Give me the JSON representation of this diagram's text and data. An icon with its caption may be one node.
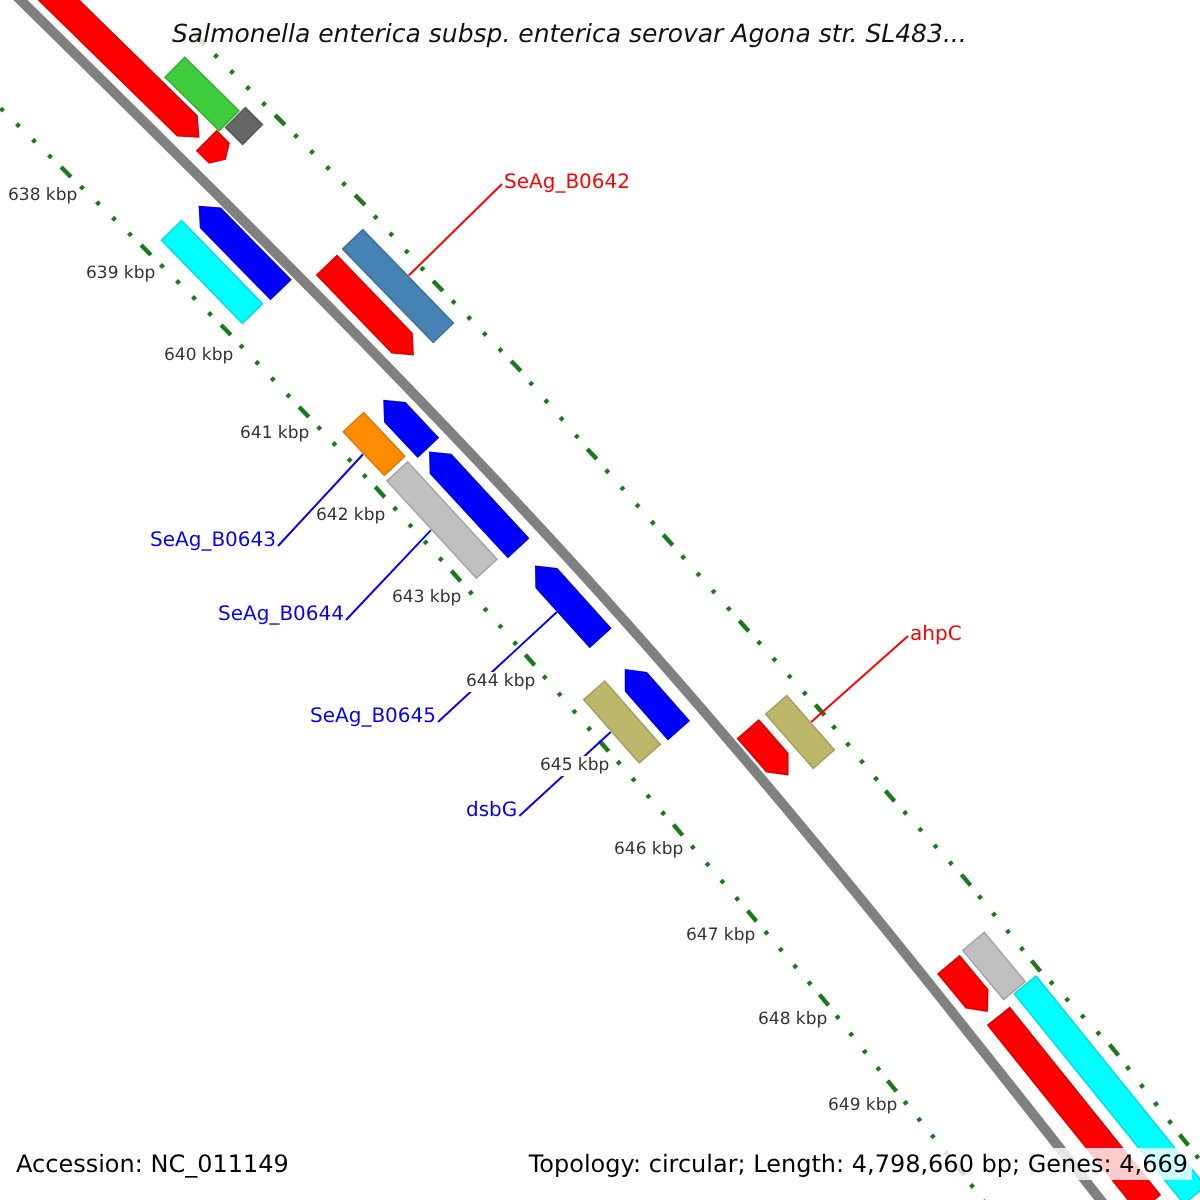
{
  "diagram": {
    "title": "Salmonella enterica subsp. enterica serovar Agona str. SL483...",
    "nodes": [
      {
        "text": [
          "SeAg_B0642"
        ]
      },
      {
        "text": [],
        "shape": "bar"
      },
      {
        "text": [
          "SeAg_B0643"
        ]
      },
      {
        "text": [],
        "shape": "bar"
      },
      {
        "text": [
          "SeAg_B0644"
        ]
      },
      {
        "text": [],
        "shape": "bar"
      },
      {
        "text": [
          "ahpC"
        ]
      },
      {
        "text": [],
        "shape": "bar"
      },
      {
        "text": [
          "SeAg_B0645"
        ]
      },
      {
        "text": [],
        "shape": "arrow"
      },
      {
        "text": [
          "dsbG"
        ]
      },
      {
        "text": [],
        "shape": "bar"
      },
      {
        "text": [],
        "shape": "bar"
      },
      {
        "text": [],
        "shape": "arrow"
      },
      {
        "text": [],
        "shape": "bar"
      },
      {
        "text": [],
        "shape": "arrow"
      },
      {
        "text": [],
        "shape": "arrow"
      },
      {
        "text": [],
        "shape": "bar"
      },
      {
        "text": [],
        "shape": "arrow"
      },
      {
        "text": [],
        "shape": "arrow"
      },
      {
        "text": [],
        "shape": "arrow"
      },
      {
        "text": [],
        "shape": "arrow"
      },
      {
        "text": [],
        "shape": "arrow"
      },
      {
        "text": [],
        "shape": "bar"
      },
      {
        "text": [],
        "shape": "arrow"
      },
      {
        "text": [],
        "shape": "bar"
      },
      {
        "text": [],
        "shape": "bar"
      }
    ],
    "edges": [
      {
        "from": 0,
        "to": 1,
        "arrow": "none",
        "color": "#ff0000"
      },
      {
        "from": 2,
        "to": 3,
        "arrow": "none"
      },
      {
        "from": 4,
        "to": 5,
        "arrow": "none"
      },
      {
        "from": 6,
        "to": 7,
        "arrow": "none",
        "color": "#ff0000"
      },
      {
        "from": 8,
        "to": 9,
        "arrow": "none"
      },
      {
        "from": 10,
        "to": 11,
        "arrow": "none"
      }
    ],
    "labels": [
      "638 kbp",
      "639 kbp",
      "640 kbp",
      "641 kbp",
      "642 kbp",
      "643 kbp",
      "644 kbp",
      "645 kbp",
      "646 kbp",
      "647 kbp",
      "648 kbp",
      "649 kbp",
      "Accession: NC_011149",
      "Topology: circular; Length: 4,798,660 bp; Genes: 4,669"
    ]
  }
}
